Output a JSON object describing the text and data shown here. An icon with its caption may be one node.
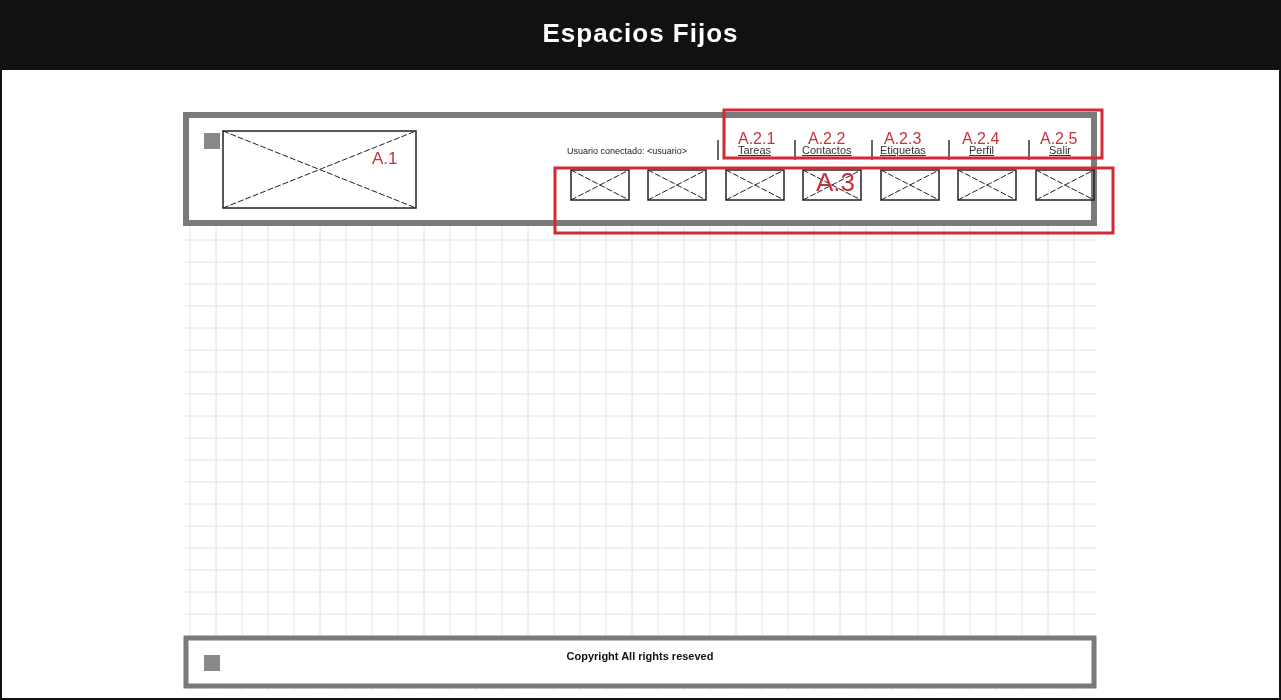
{
  "diagram": {
    "title": "Espacios Fijos",
    "labels": [
      "A.1",
      "Usuario conectado: <usuario>",
      "A.2.1",
      "Tareas",
      "A.2.2",
      "Contactos",
      "A.2.3",
      "Etiquetas",
      "A.2.4",
      "Perfil",
      "A.2.5",
      "Salir",
      "A.3",
      "Copyright All rights reseved"
    ]
  }
}
